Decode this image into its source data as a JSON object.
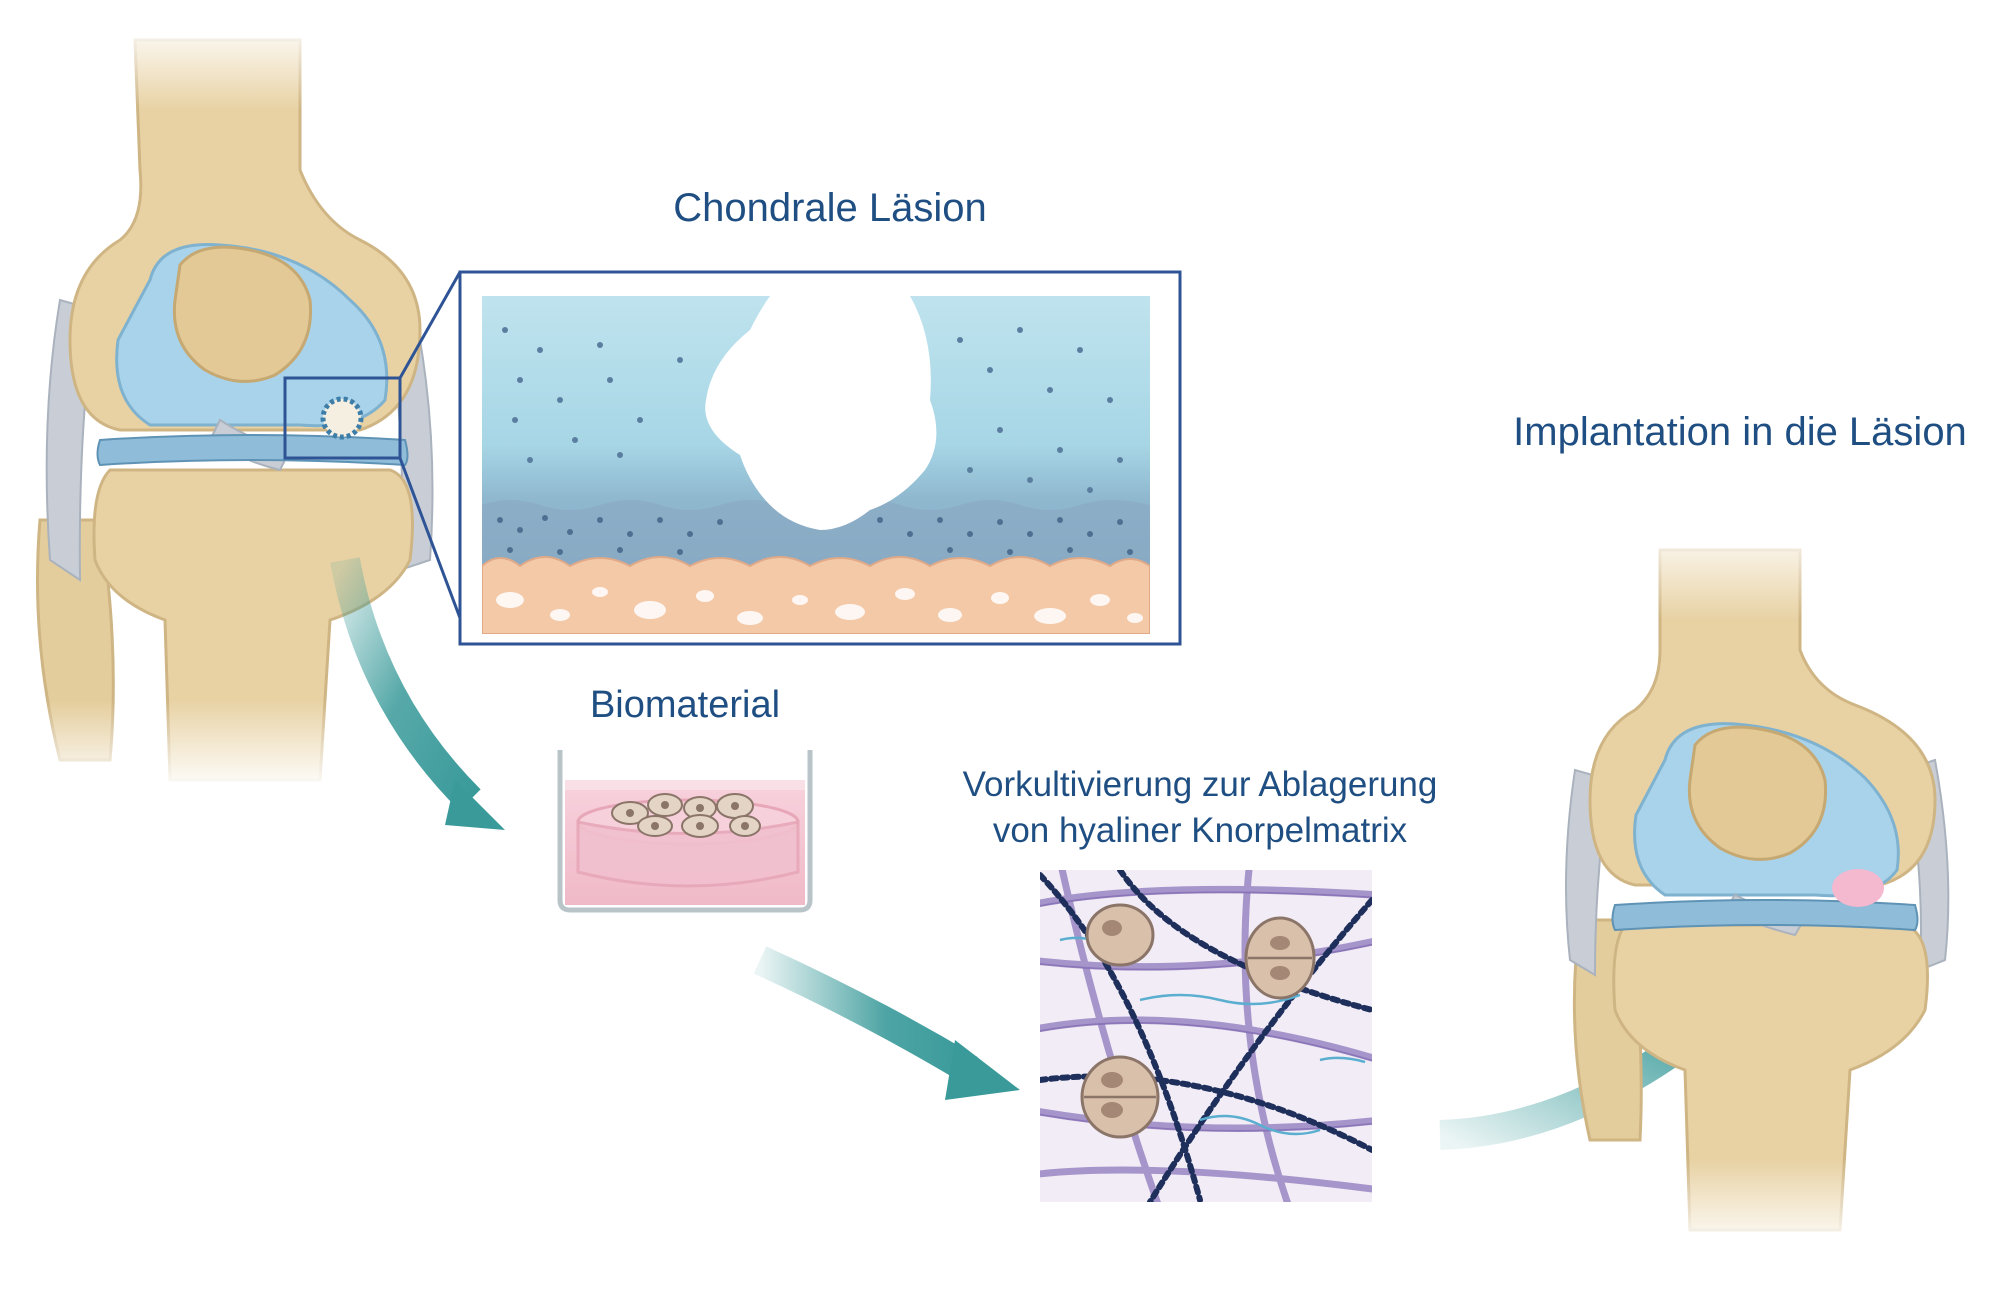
{
  "labels": {
    "chondral_lesion": "Chondrale Läsion",
    "biomaterial": "Biomaterial",
    "preculture_line1": "Vorkultivierung zur Ablagerung",
    "preculture_line2": "von hyaliner Knorpelmatrix",
    "implantation": "Implantation in die Läsion"
  },
  "colors": {
    "text": "#1f4e82",
    "bone": "#e8d2a4",
    "bone_outline": "#cfb583",
    "cartilage": "#a9d3ea",
    "cartilage_deep": "#7fb2cf",
    "meniscus": "#8fbcd8",
    "ligament": "#c9ced6",
    "subchondral": "#f3c9a8",
    "medium": "#f3c2cf",
    "arrow": "#3a9a9a",
    "frame": "#2f5496",
    "implant": "#f4b8cf",
    "collagen_purple": "#9a86c4",
    "collagen_navy": "#1e2f5c",
    "proteoglycan": "#5aaed0",
    "cell_fill": "#d8c0ab",
    "cell_nucleus": "#a48774"
  },
  "icons": {
    "left_knee": "knee-joint-icon",
    "right_knee": "knee-joint-treated-icon",
    "lesion_marker": "lesion-marker-icon",
    "arrows": "curved-arrow-icon",
    "dish": "culture-dish-icon",
    "matrix": "cartilage-matrix-icon"
  }
}
